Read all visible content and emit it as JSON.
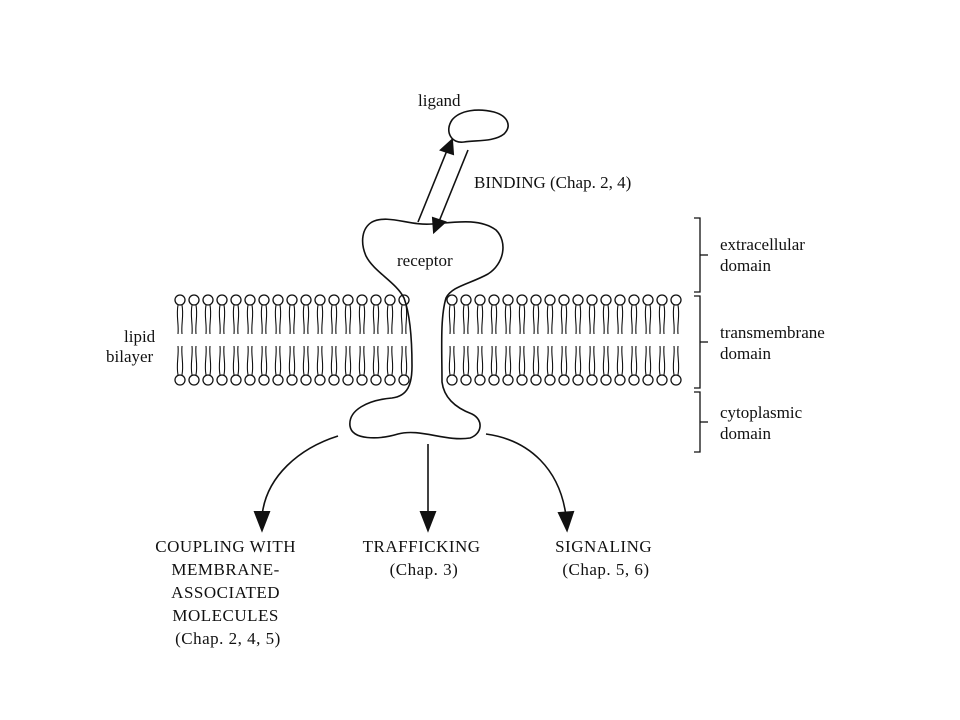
{
  "labels": {
    "ligand": "ligand",
    "receptor": "receptor",
    "binding": "BINDING (Chap. 2, 4)",
    "lipid_bilayer": [
      "lipid",
      "bilayer"
    ]
  },
  "domains": [
    {
      "lines": [
        "extracellular",
        "domain"
      ]
    },
    {
      "lines": [
        "transmembrane",
        "domain"
      ]
    },
    {
      "lines": [
        "cytoplasmic",
        "domain"
      ]
    }
  ],
  "outcomes": {
    "coupling": [
      "COUPLING WITH",
      "MEMBRANE-",
      "ASSOCIATED",
      "MOLECULES",
      "(Chap. 2, 4, 5)"
    ],
    "trafficking": [
      "TRAFFICKING",
      "(Chap. 3)"
    ],
    "signaling": [
      "SIGNALING",
      "(Chap. 5, 6)"
    ]
  }
}
